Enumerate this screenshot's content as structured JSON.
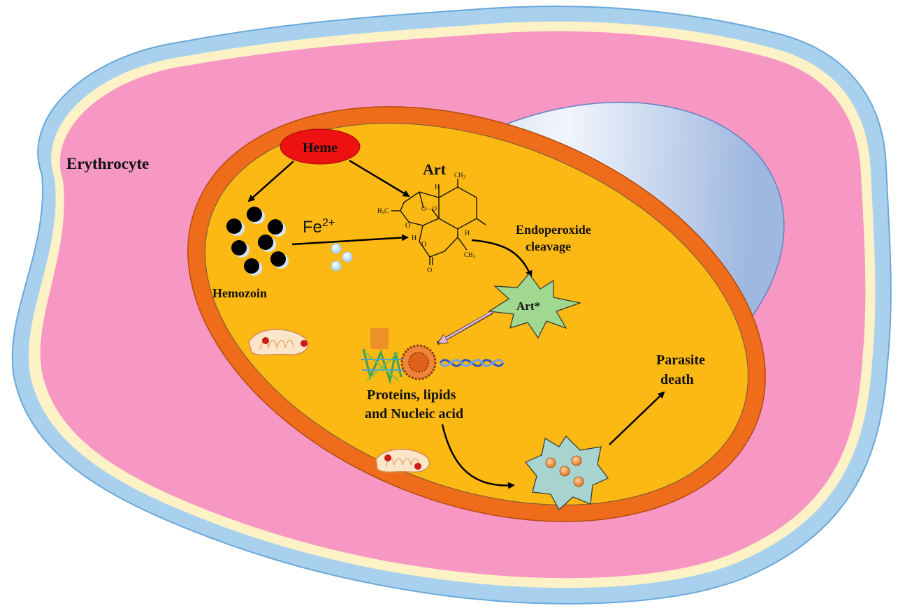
{
  "labels": {
    "erythrocyte": "Erythrocyte",
    "heme": "Heme",
    "art": "Art",
    "fe_base": "Fe",
    "fe_charge": "2+",
    "hemozoin": "Hemozoin",
    "endoperoxide_line1": "Endoperoxide",
    "endoperoxide_line2": "cleavage",
    "art_star": "Art*",
    "targets_line1": "Proteins, lipids",
    "targets_line2": "and Nucleic acid",
    "parasite_line1": "Parasite",
    "parasite_line2": "death"
  },
  "molecule_atoms": {
    "ch3_top": "CH",
    "h3c_left": "H",
    "h_top": "H",
    "h_left": "H",
    "h_right": "H",
    "ch3_bottom": "CH",
    "o_peroxide": "O—O",
    "o_ring": "O",
    "o_lactone": "O",
    "o_carbonyl": "O"
  },
  "colors": {
    "cell_outer": "#a9d1ee",
    "cell_rim": "#fdf2c6",
    "cytoplasm": "#f797c3",
    "vacuole_blue": "#a7c1e4",
    "membrane_orange": "#ef6c1a",
    "parasite_yellow": "#fcb914",
    "heme_red": "#ee1111",
    "art_star_green": "#9fd88e",
    "vesicle_teal": "#a8d4cf"
  }
}
